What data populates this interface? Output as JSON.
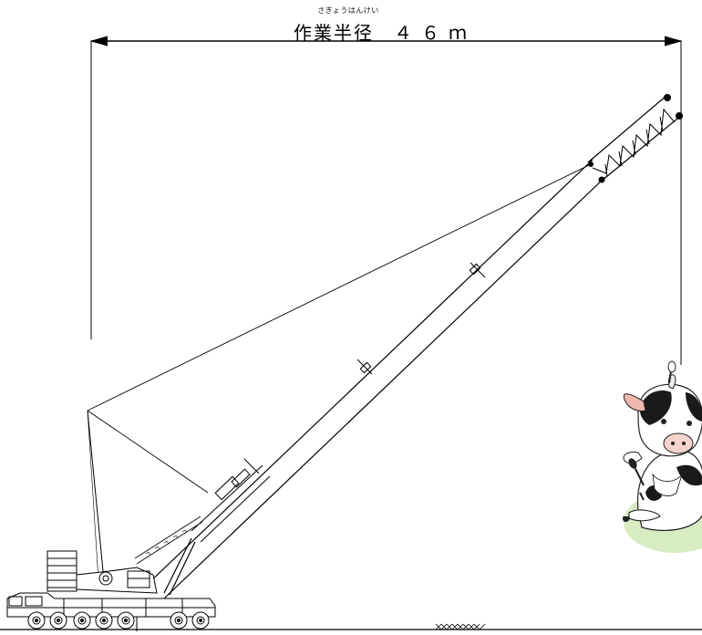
{
  "diagram": {
    "label_reading": "さぎょうはんけい",
    "label_main": "作業半径",
    "label_value": "４６ｍ"
  },
  "colors": {
    "line": "#000000",
    "cow_fur_white": "#ffffff",
    "cow_patch": "#1a1a1a",
    "cow_ear_inner": "#f2b8b0",
    "grass": "#d8ecc2"
  },
  "icons": [
    "crane-illustration",
    "cow-mascot-illustration"
  ]
}
